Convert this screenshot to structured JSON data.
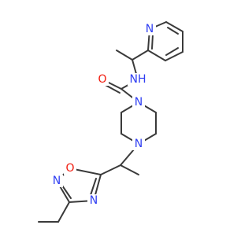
{
  "colors": {
    "bond": "#3a3a3a",
    "nitrogen": "#2f3ef2",
    "oxygen": "#f11a0d",
    "background": "#ffffff"
  },
  "molecule": {
    "atoms": {
      "pyr_N": {
        "label": "N",
        "element": "N"
      },
      "amide_NH": {
        "label": "NH",
        "element": "N"
      },
      "carbonyl_O": {
        "label": "O",
        "element": "O"
      },
      "pip_N_top": {
        "label": "N",
        "element": "N"
      },
      "pip_N_bottom": {
        "label": "N",
        "element": "N"
      },
      "oxd_O": {
        "label": "O",
        "element": "O"
      },
      "oxd_N_left": {
        "label": "N",
        "element": "N"
      },
      "oxd_N_bottom": {
        "label": "N",
        "element": "N"
      }
    }
  }
}
